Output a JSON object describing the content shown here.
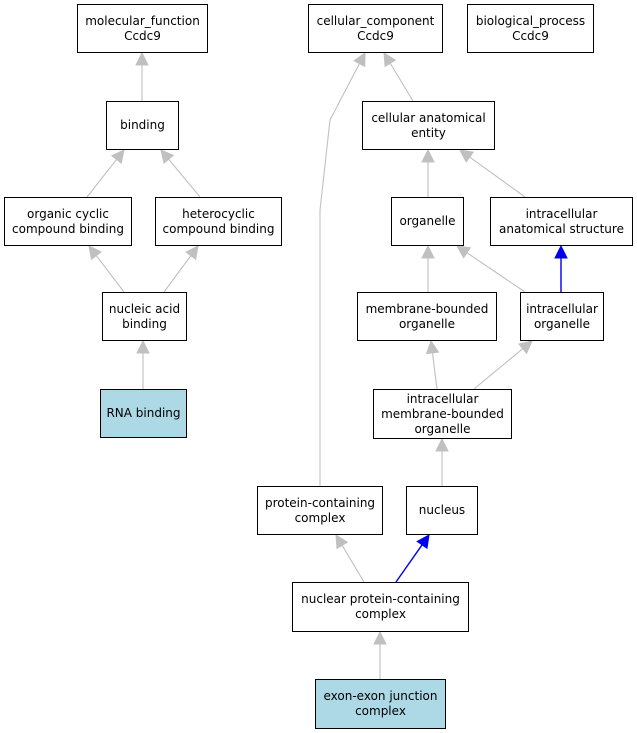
{
  "colors": {
    "is_a": "#c0c0c0",
    "part_of": "#0000ee",
    "highlight": "#add8e6"
  },
  "nodes": [
    {
      "id": "mf",
      "label": "molecular_function\nCcdc9",
      "highlight": false
    },
    {
      "id": "cc",
      "label": "cellular_component\nCcdc9",
      "highlight": false
    },
    {
      "id": "bp",
      "label": "biological_process\nCcdc9",
      "highlight": false
    },
    {
      "id": "binding",
      "label": "binding",
      "highlight": false
    },
    {
      "id": "cae",
      "label": "cellular anatomical\nentity",
      "highlight": false
    },
    {
      "id": "ocb",
      "label": "organic cyclic\ncompound binding",
      "highlight": false
    },
    {
      "id": "hcb",
      "label": "heterocyclic\ncompound binding",
      "highlight": false
    },
    {
      "id": "organelle",
      "label": "organelle",
      "highlight": false
    },
    {
      "id": "ias",
      "label": "intracellular\nanatomical structure",
      "highlight": false
    },
    {
      "id": "nab",
      "label": "nucleic acid\nbinding",
      "highlight": false
    },
    {
      "id": "mbo",
      "label": "membrane-bounded\norganelle",
      "highlight": false
    },
    {
      "id": "io",
      "label": "intracellular\norganelle",
      "highlight": false
    },
    {
      "id": "rna",
      "label": "RNA binding",
      "highlight": true
    },
    {
      "id": "imbo",
      "label": "intracellular\nmembrane-bounded\norganelle",
      "highlight": false
    },
    {
      "id": "pcc",
      "label": "protein-containing\ncomplex",
      "highlight": false
    },
    {
      "id": "nucleus",
      "label": "nucleus",
      "highlight": false
    },
    {
      "id": "npcc",
      "label": "nuclear protein-containing\ncomplex",
      "highlight": false
    },
    {
      "id": "eejc",
      "label": "exon-exon junction\ncomplex",
      "highlight": true
    }
  ],
  "edges": [
    {
      "from": "binding",
      "to": "mf",
      "type": "is_a"
    },
    {
      "from": "ocb",
      "to": "binding",
      "type": "is_a"
    },
    {
      "from": "hcb",
      "to": "binding",
      "type": "is_a"
    },
    {
      "from": "nab",
      "to": "ocb",
      "type": "is_a"
    },
    {
      "from": "nab",
      "to": "hcb",
      "type": "is_a"
    },
    {
      "from": "rna",
      "to": "nab",
      "type": "is_a"
    },
    {
      "from": "cae",
      "to": "cc",
      "type": "is_a"
    },
    {
      "from": "pcc",
      "to": "cc",
      "type": "is_a"
    },
    {
      "from": "organelle",
      "to": "cae",
      "type": "is_a"
    },
    {
      "from": "ias",
      "to": "cae",
      "type": "is_a"
    },
    {
      "from": "mbo",
      "to": "organelle",
      "type": "is_a"
    },
    {
      "from": "io",
      "to": "organelle",
      "type": "is_a"
    },
    {
      "from": "io",
      "to": "ias",
      "type": "part_of"
    },
    {
      "from": "imbo",
      "to": "mbo",
      "type": "is_a"
    },
    {
      "from": "imbo",
      "to": "io",
      "type": "is_a"
    },
    {
      "from": "nucleus",
      "to": "imbo",
      "type": "is_a"
    },
    {
      "from": "npcc",
      "to": "pcc",
      "type": "is_a"
    },
    {
      "from": "npcc",
      "to": "nucleus",
      "type": "part_of"
    },
    {
      "from": "eejc",
      "to": "npcc",
      "type": "is_a"
    }
  ]
}
